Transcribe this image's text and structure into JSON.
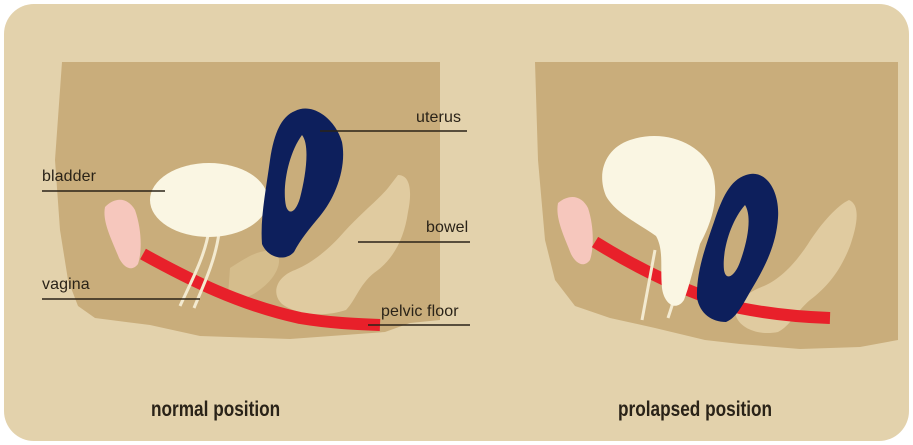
{
  "labels": {
    "uterus": "uterus",
    "bladder": "bladder",
    "bowel": "bowel",
    "vagina": "vagina",
    "pelvic_floor": "pelvic floor"
  },
  "captions": {
    "normal": "normal position",
    "prolapsed": "prolapsed position"
  },
  "colors": {
    "panel": "#e3d2ac",
    "body": "#c9ad7b",
    "organ_light": "#faf6e3",
    "uterus": "#0d1f5c",
    "pelvic_floor": "#e8202a",
    "pink": "#f6c7bd",
    "bowel": "#e0cba0"
  }
}
